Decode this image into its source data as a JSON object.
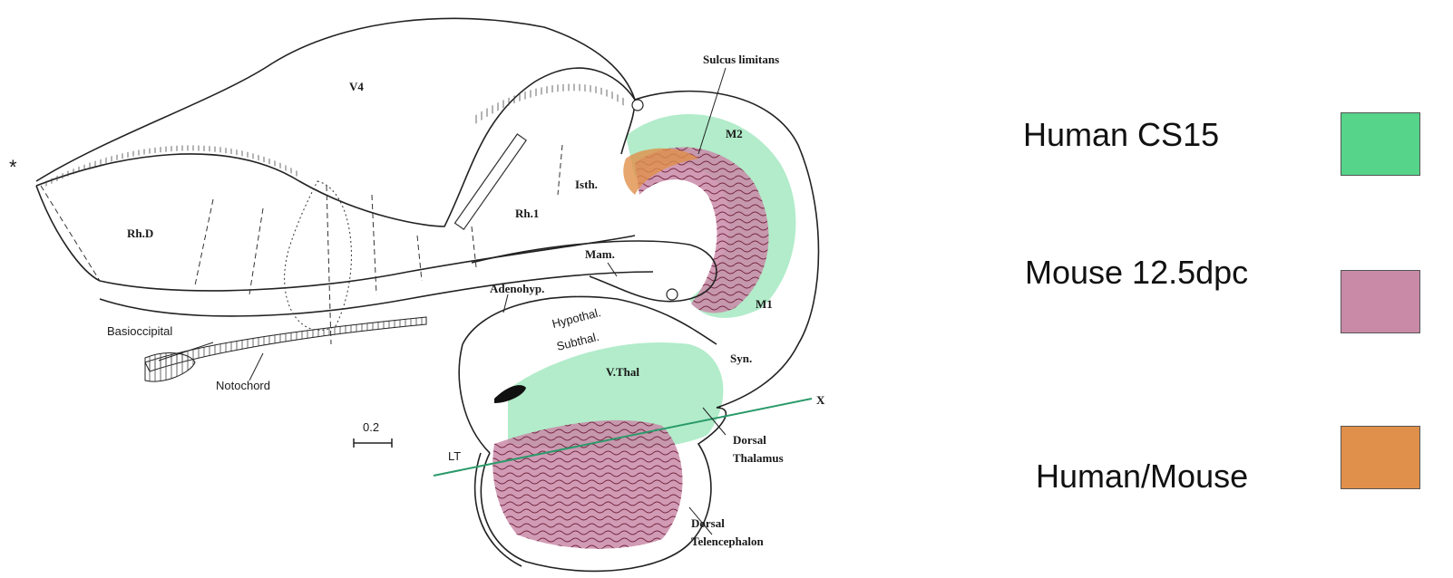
{
  "diagram": {
    "labels": {
      "v4": "V4",
      "sulcus_limitans": "Sulcus limitans",
      "m2": "M2",
      "isth": "Isth.",
      "rh1": "Rh.1",
      "rhd": "Rh.D",
      "mam": "Mam.",
      "adenohyp": "Adenohyp.",
      "m1": "M1",
      "hypothal": "Hypothal.",
      "subthal": "Subthal.",
      "basioccipital": "Basioccipital",
      "syn": "Syn.",
      "vthal": "V.Thal",
      "notochord": "Notochord",
      "x": "X",
      "scale": "0.2",
      "dorsal_thalamus_1": "Dorsal",
      "dorsal_thalamus_2": "Thalamus",
      "lt": "LT",
      "dorsal_tel_1": "Dorsal",
      "dorsal_tel_2": "Telencephalon",
      "asterisk": "*"
    }
  },
  "legend": {
    "items": [
      {
        "label": "Human  CS15",
        "color": "#55d48a"
      },
      {
        "label": "Mouse 12.5dpc",
        "color": "#c98aa8"
      },
      {
        "label": "Human/Mouse",
        "color": "#e0904a"
      }
    ]
  }
}
